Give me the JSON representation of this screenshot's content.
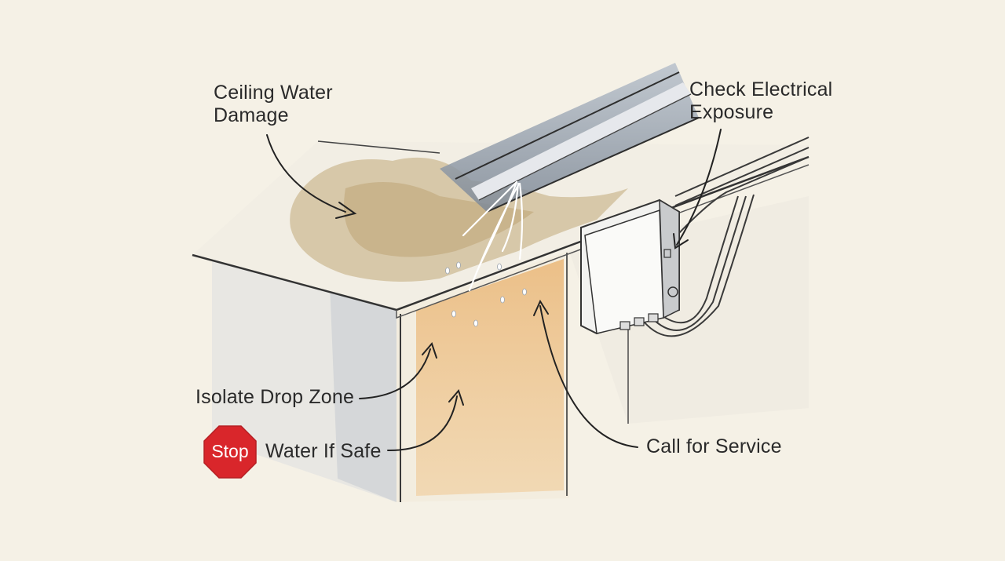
{
  "labels": {
    "ceiling_water_damage": "Ceiling Water Damage",
    "check_electrical_exposure": "Check Electrical Exposure",
    "isolate_drop_zone": "Isolate Drop Zone",
    "stop_sign_text": "Stop",
    "water_if_safe": "Water If Safe",
    "call_for_service": "Call for Service"
  },
  "icons": {
    "stop_sign": "stop-sign-icon"
  },
  "colors": {
    "background": "#f5f1e6",
    "stop_sign": "#d9262b",
    "water_stain": "#eab778",
    "ink": "#2a2a2a"
  }
}
